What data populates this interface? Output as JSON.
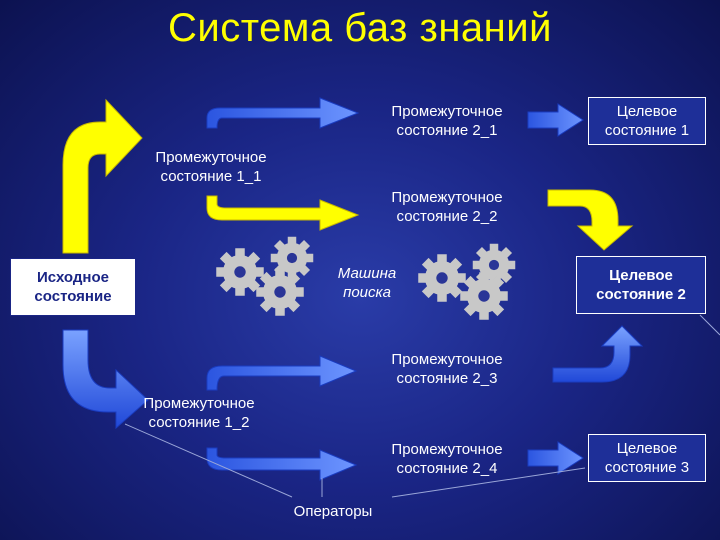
{
  "title": "Система баз знаний",
  "nodes": {
    "start": "Исходное состояние",
    "s11": "Промежуточное состояние 1_1",
    "s12": "Промежуточное состояние 1_2",
    "s21": "Промежуточное состояние 2_1",
    "s22": "Промежуточное состояние 2_2",
    "s23": "Промежуточное состояние 2_3",
    "s24": "Промежуточное состояние 2_4",
    "goal1": "Целевое состояние 1",
    "goal2": "Целевое состояние 2",
    "goal3": "Целевое состояние 3",
    "engine": "Машина поиска",
    "operators": "Операторы"
  },
  "colors": {
    "background": "#1a2585",
    "title": "#ffff00",
    "arrow_yellow": "#ffff00",
    "arrow_blue": "#3a6cf0",
    "gear": "#c8c8c8",
    "text": "#ffffff"
  }
}
